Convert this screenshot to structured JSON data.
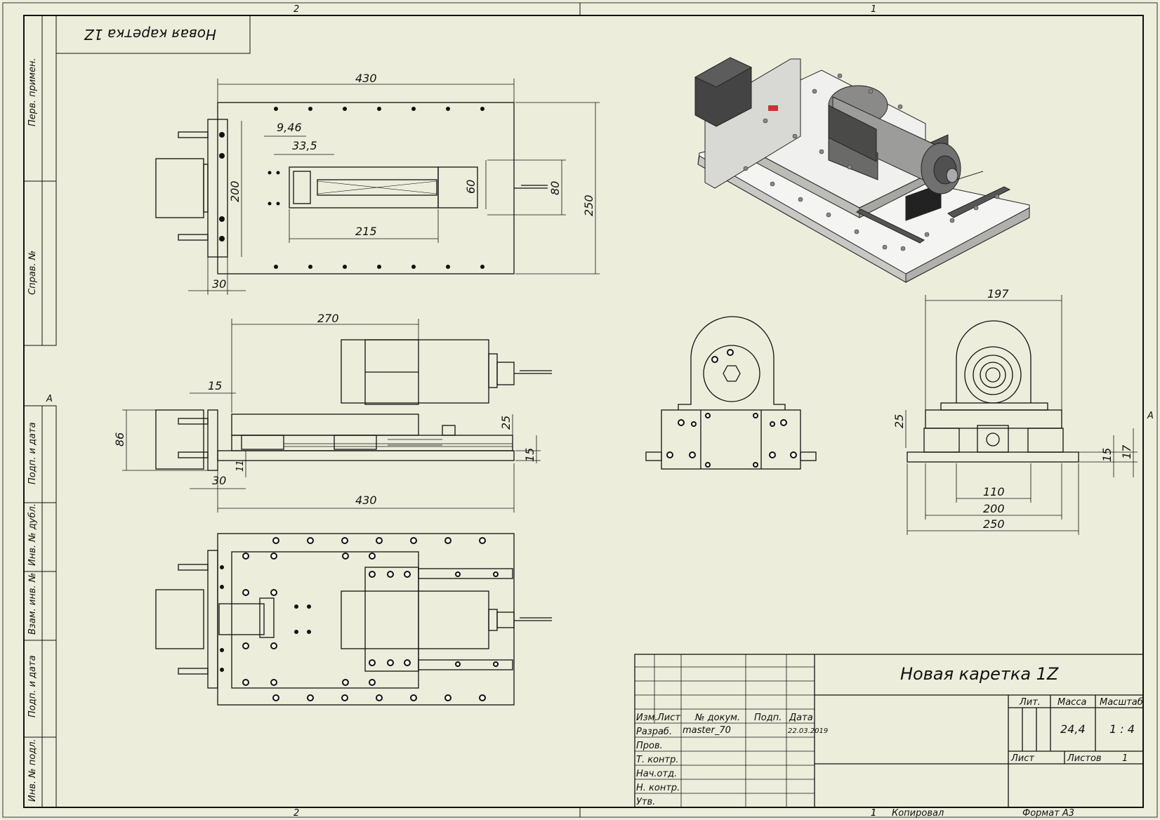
{
  "zones": {
    "top_left": "2",
    "top_right": "1",
    "bottom_left": "2",
    "bottom_right": "1",
    "side_left": "A",
    "side_right": "A"
  },
  "corner_stamp": "Новая каретка 1Z",
  "left_strip": [
    "Перв. примен.",
    "Справ. №",
    "Подп. и дата",
    "Инв. № дубл.",
    "Взам. инв. №",
    "Подп. и дата",
    "Инв. № подл."
  ],
  "dimensions": {
    "top_width": "430",
    "top_946": "9,46",
    "top_335": "33,5",
    "top_200": "200",
    "top_60": "60",
    "top_80": "80",
    "top_250": "250",
    "top_215": "215",
    "top_30": "30",
    "side_270": "270",
    "side_15": "15",
    "side_86": "86",
    "side_25": "25",
    "side_11": "11",
    "side_30": "30",
    "side_15b": "15",
    "side_430": "430",
    "end_197": "197",
    "end_25": "25",
    "end_15": "15",
    "end_17": "17",
    "end_110": "110",
    "end_200": "200",
    "end_250": "250"
  },
  "title_block": {
    "title": "Новая каретка 1Z",
    "headers": {
      "izm": "Изм.",
      "list": "Лист",
      "doc": "№ докум.",
      "sign": "Подп.",
      "date": "Дата"
    },
    "roles": [
      "Разраб.",
      "Пров.",
      "Т. контр.",
      "Нач.отд.",
      "Н. контр.",
      "Утв."
    ],
    "developer": "master_70",
    "dev_date": "22.03.2019",
    "lit_label": "Лит.",
    "mass_label": "Масса",
    "scale_label": "Масштаб",
    "mass": "24,4",
    "scale": "1 : 4",
    "sheet_label": "Лист",
    "sheets_label": "Листов",
    "sheets": "1",
    "copied_num": "1",
    "copied_label": "Копировал",
    "format_label": "Формат А3"
  }
}
